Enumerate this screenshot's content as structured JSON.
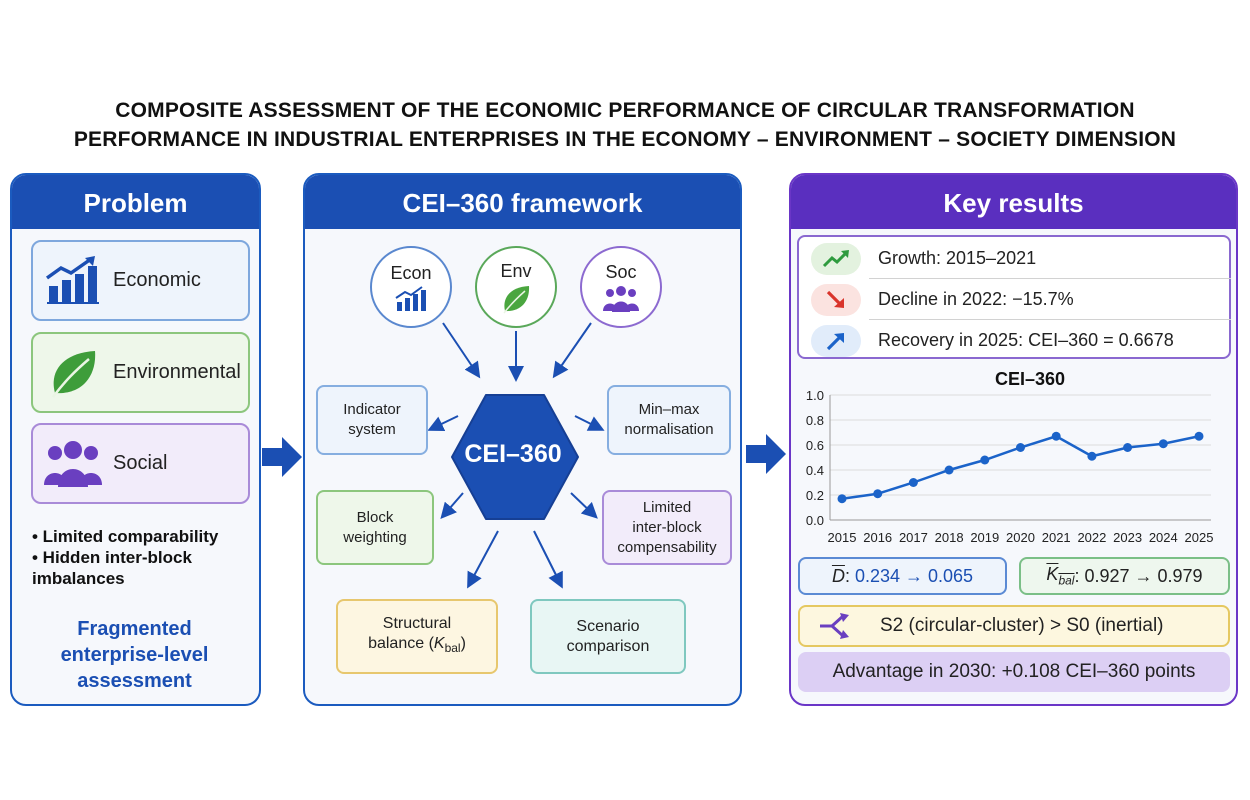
{
  "title": {
    "line1": "COMPOSITE ASSESSMENT OF THE ECONOMIC PERFORMANCE OF CIRCULAR TRANSFORMATION",
    "line2": "PERFORMANCE IN INDUSTRIAL ENTERPRISES IN THE ECONOMY – ENVIRONMENT – SOCIETY DIMENSION"
  },
  "problem": {
    "heading": "Problem",
    "items": [
      {
        "label": "Economic",
        "icon": "bar-chart-growth-icon"
      },
      {
        "label": "Environmental",
        "icon": "leaf-icon"
      },
      {
        "label": "Social",
        "icon": "people-icon"
      }
    ],
    "bullets": [
      "• Limited comparability",
      "• Hidden inter-block",
      "imbalances"
    ],
    "conclusion": [
      "Fragmented",
      "enterprise-level",
      "assessment"
    ]
  },
  "framework": {
    "heading": "CEI–360 framework",
    "nodes": {
      "econ": "Econ",
      "env": "Env",
      "soc": "Soc"
    },
    "center": "CEI–360",
    "boxes": {
      "indicator": [
        "Indicator",
        "system"
      ],
      "minmax": [
        "Min–max",
        "normalisation"
      ],
      "block": [
        "Block",
        "weighting"
      ],
      "limited": [
        "Limited",
        "inter-block",
        "compensability"
      ],
      "structural_pre": "Structural",
      "structural_mid": "balance (",
      "structural_k": "K",
      "structural_sub": "bal",
      "structural_post": ")",
      "scenario": [
        "Scenario",
        "comparison"
      ]
    }
  },
  "results": {
    "heading": "Key results",
    "rows": [
      {
        "text": "Growth: 2015–2021",
        "icon": "trend-up-icon",
        "color": "#2e9b3e"
      },
      {
        "text": "Decline in 2022: −15.7%",
        "icon": "trend-down-icon",
        "color": "#d9342b"
      },
      {
        "text": "Recovery in 2025: CEI–360 = 0.6678",
        "icon": "arrow-up-right-icon",
        "color": "#1b63c9"
      }
    ],
    "stat_d": {
      "symbol": "D",
      "value": "0.234 → 0.065"
    },
    "stat_k": {
      "symbol": "K",
      "sub": "bal",
      "value": "0.927 → 0.979"
    },
    "scenario": "S2 (circular-cluster) > S0 (inertial)",
    "advantage": "Advantage in 2030: +0.108 CEI–360 points"
  },
  "chart_data": {
    "type": "line",
    "title": "CEI–360",
    "x": [
      "2015",
      "2016",
      "2017",
      "2018",
      "2019",
      "2020",
      "2021",
      "2022",
      "2023",
      "2024",
      "2025"
    ],
    "series": [
      {
        "values": [
          0.17,
          0.21,
          0.3,
          0.4,
          0.48,
          0.58,
          0.67,
          0.51,
          0.58,
          0.61,
          0.67
        ]
      }
    ],
    "yticks": [
      "0.0",
      "0.2",
      "0.4",
      "0.6",
      "0.8",
      "1.0"
    ],
    "ylim": [
      0,
      1.0
    ],
    "grid": true,
    "color": "#1b63c9"
  }
}
